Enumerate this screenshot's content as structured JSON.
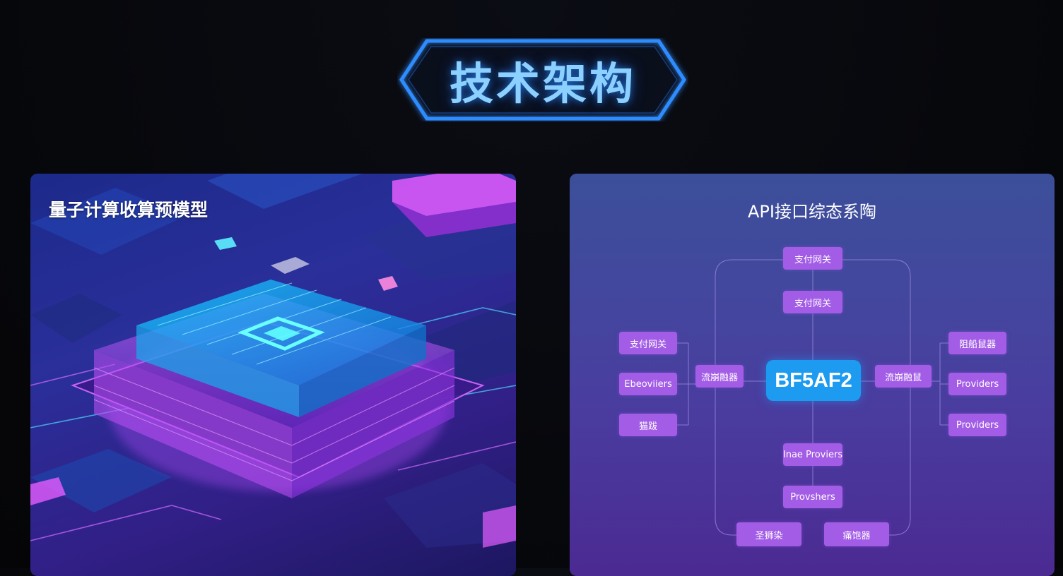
{
  "page": {
    "title": "技术架构"
  },
  "left_card": {
    "title": "量子计算收算预模型",
    "image": "glowing-quantum-chip-illustration"
  },
  "right_card": {
    "title": "API接口综态系陶",
    "core": "BF5AF2",
    "top_nodes": [
      "支付网关",
      "支付网关"
    ],
    "left_nodes": [
      "支付网关",
      "Ebeoviiers",
      "猫跋"
    ],
    "left_mid": "流崩融器",
    "right_mid": "流崩融鼠",
    "right_nodes": [
      "阻船鼠器",
      "Providers",
      "Providers"
    ],
    "bottom_nodes": [
      "Inae Proviers",
      "Provshers"
    ],
    "footer_nodes": [
      "圣狮染",
      "痛饱器"
    ]
  },
  "colors": {
    "accent_blue": "#1d9bf0",
    "node_purple": "#a25ce6",
    "title_glow": "#2f8cff"
  }
}
